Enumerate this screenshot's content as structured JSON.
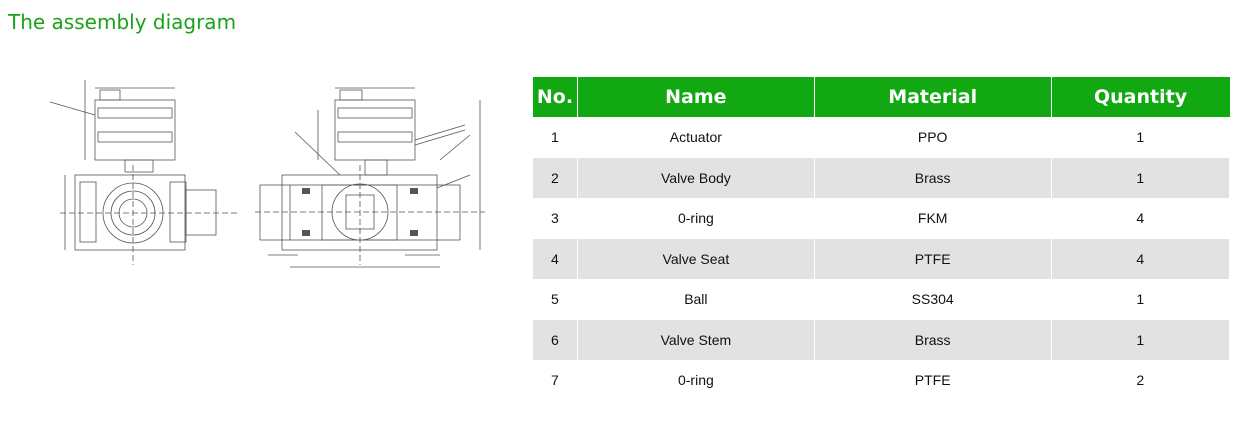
{
  "title": "The assembly diagram",
  "table": {
    "headers": [
      "No.",
      "Name",
      "Material",
      "Quantity"
    ],
    "rows": [
      {
        "no": "1",
        "name": "Actuator",
        "material": "PPO",
        "qty": "1"
      },
      {
        "no": "2",
        "name": "Valve Body",
        "material": "Brass",
        "qty": "1"
      },
      {
        "no": "3",
        "name": "0-ring",
        "material": "FKM",
        "qty": "4"
      },
      {
        "no": "4",
        "name": "Valve Seat",
        "material": "PTFE",
        "qty": "4"
      },
      {
        "no": "5",
        "name": "Ball",
        "material": "SS304",
        "qty": "1"
      },
      {
        "no": "6",
        "name": "Valve Stem",
        "material": "Brass",
        "qty": "1"
      },
      {
        "no": "7",
        "name": "0-ring",
        "material": "PTFE",
        "qty": "2"
      }
    ]
  },
  "colors": {
    "accent": "#11a811",
    "title": "#1aa31a",
    "row_shade": "#e2e2e2"
  }
}
